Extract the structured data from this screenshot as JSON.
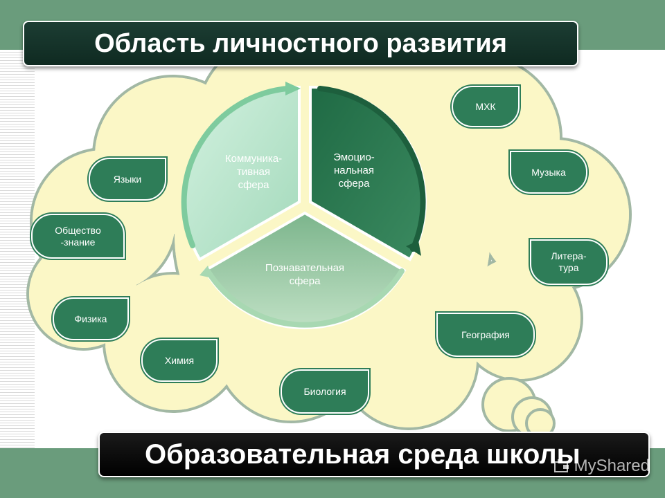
{
  "title": "Область личностного развития",
  "footer": "Образовательная среда школы",
  "watermark": "MyShared",
  "colors": {
    "band": "#6a9c7c",
    "cloud": "#fbf7c6",
    "bubble": "#2e7d58",
    "title_bg": "#143429",
    "footer_bg": "#0d0d0d"
  },
  "spheres": [
    {
      "label": "Коммуника-\nтивная\nсфера",
      "color": "#b9e6cf"
    },
    {
      "label": "Эмоцио-\nнальная\nсфера",
      "color": "#2a7650"
    },
    {
      "label": "Познавательная\nсфера",
      "color": "#94c8a2"
    }
  ],
  "subjects": [
    {
      "label": "МХК",
      "icon": "teardrop-shape"
    },
    {
      "label": "Языки",
      "icon": "teardrop-shape"
    },
    {
      "label": "Музыка",
      "icon": "teardrop-shape"
    },
    {
      "label": "Общество\n-знание",
      "icon": "teardrop-shape"
    },
    {
      "label": "Литера-\nтура",
      "icon": "teardrop-shape"
    },
    {
      "label": "Физика",
      "icon": "teardrop-shape"
    },
    {
      "label": "География",
      "icon": "teardrop-shape"
    },
    {
      "label": "Химия",
      "icon": "teardrop-shape"
    },
    {
      "label": "Биология",
      "icon": "teardrop-shape"
    }
  ]
}
